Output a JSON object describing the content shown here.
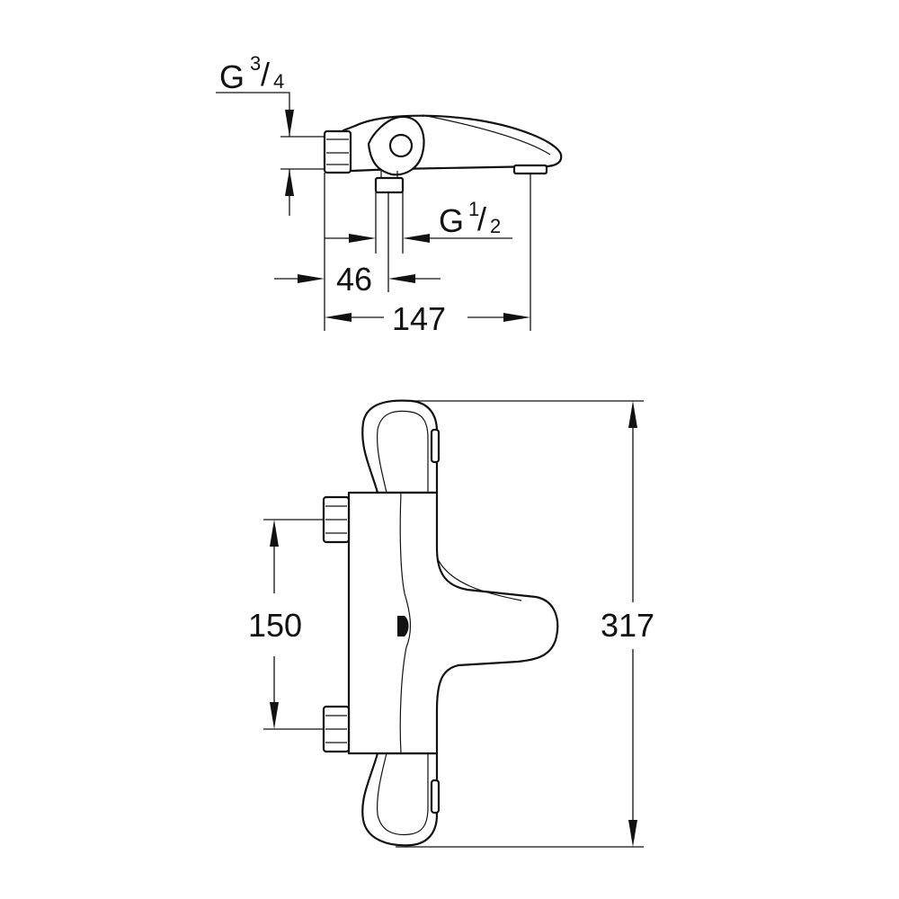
{
  "side_view": {
    "inlet_thread": {
      "letter": "G",
      "num": "3",
      "den": "4"
    },
    "outlet_thread": {
      "letter": "G",
      "num": "1",
      "den": "2"
    },
    "dim_outlet_offset": "46",
    "dim_depth": "147"
  },
  "front_view": {
    "dim_inlet_spacing": "150",
    "dim_height": "317"
  }
}
